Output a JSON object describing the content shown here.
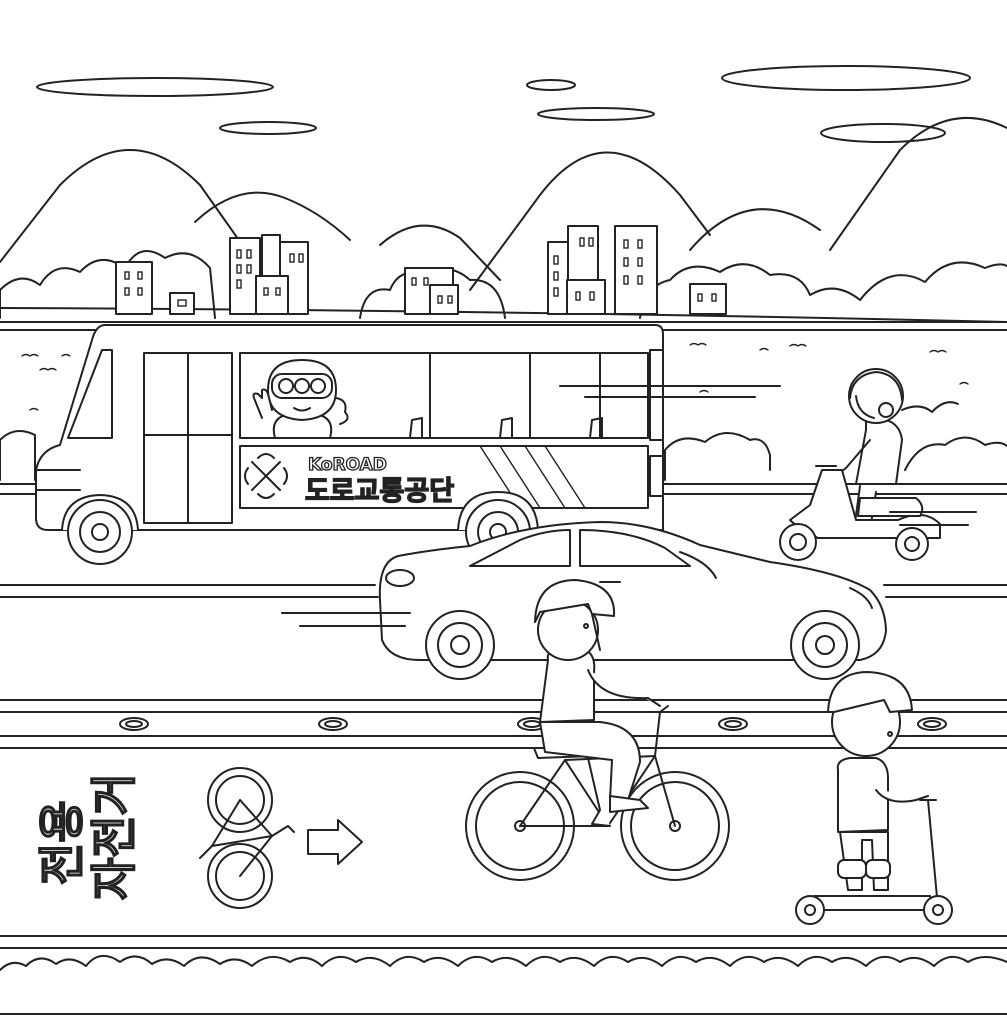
{
  "bus": {
    "brand_en": "KoROAD",
    "brand_ko": "도로교통공단"
  },
  "road_marking": {
    "line1": "자전거",
    "line2": "전용"
  },
  "colors": {
    "line": "#222222",
    "background": "#ffffff"
  },
  "icons": {
    "bicycle_marking": "bicycle-icon",
    "direction_arrow": "right-arrow-icon",
    "bus_logo": "koroad-logo-icon"
  }
}
